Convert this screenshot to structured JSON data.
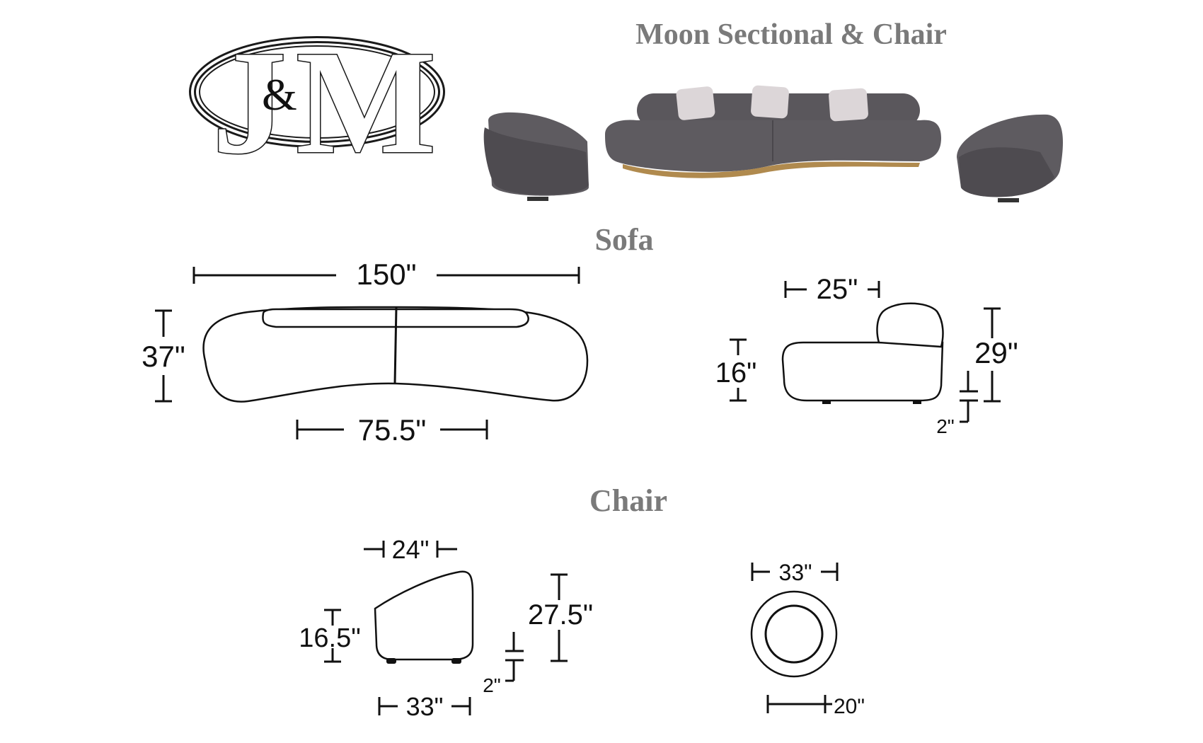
{
  "logo": {
    "letter_left": "J",
    "amp": "&",
    "letter_right": "M"
  },
  "title": "Moon Sectional & Chair",
  "sections": {
    "sofa": "Sofa",
    "chair": "Chair"
  },
  "sofa": {
    "top_view": {
      "overall_width": "150\"",
      "depth": "37\"",
      "section_width": "75.5\""
    },
    "side_view": {
      "seat_depth": "25\"",
      "seat_height": "16\"",
      "total_height": "29\"",
      "leg_height": "2\""
    }
  },
  "chair": {
    "side_view": {
      "seat_depth": "24\"",
      "seat_height": "16.5\"",
      "total_height": "27.5\"",
      "leg_height": "2\"",
      "width": "33\""
    },
    "top_view": {
      "diameter": "33\"",
      "seat_diameter": "20\""
    }
  },
  "colors": {
    "title_gray": "#7a7a7a",
    "fabric_gray": "#5e5b60",
    "base_gold": "#b08a4e",
    "pillow_white": "#dcd6d8"
  }
}
